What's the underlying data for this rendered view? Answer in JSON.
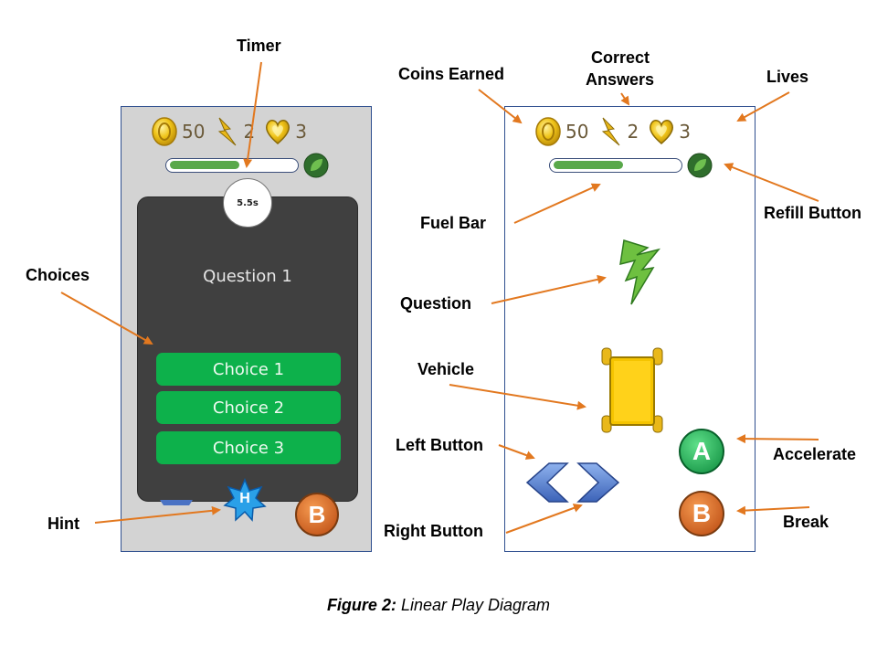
{
  "left_screen": {
    "hud": {
      "coins": "50",
      "correct": "2",
      "lives": "3"
    },
    "fuel_level": 0.55,
    "timer": "5.5s",
    "question": "Question 1",
    "choices": [
      "Choice 1",
      "Choice 2",
      "Choice 3"
    ],
    "hint_letter": "H",
    "break_letter": "B"
  },
  "right_screen": {
    "hud": {
      "coins": "50",
      "correct": "2",
      "lives": "3"
    },
    "fuel_level": 0.55,
    "accelerate_letter": "A",
    "break_letter": "B"
  },
  "labels": {
    "timer": "Timer",
    "choices": "Choices",
    "hint": "Hint",
    "coins_earned": "Coins Earned",
    "correct_answers_line1": "Correct",
    "correct_answers_line2": "Answers",
    "lives": "Lives",
    "fuel_bar": "Fuel Bar",
    "refill_button": "Refill Button",
    "question": "Question",
    "vehicle": "Vehicle",
    "left_button": "Left Button",
    "right_button": "Right Button",
    "accelerate": "Accelerate",
    "break": "Break"
  },
  "caption": {
    "prefix": "Figure 2:",
    "text": "Linear Play Diagram"
  },
  "colors": {
    "arrow": "#e2781f",
    "choice": "#0db14b",
    "card": "#404040",
    "screen_bg": "#d3d3d3",
    "fuel": "#59a84a"
  },
  "icons": [
    "coin-icon",
    "lightning-icon",
    "heart-icon",
    "leaf-refill-icon",
    "hint-star-icon",
    "vehicle-icon",
    "left-arrow-icon",
    "right-arrow-icon"
  ]
}
